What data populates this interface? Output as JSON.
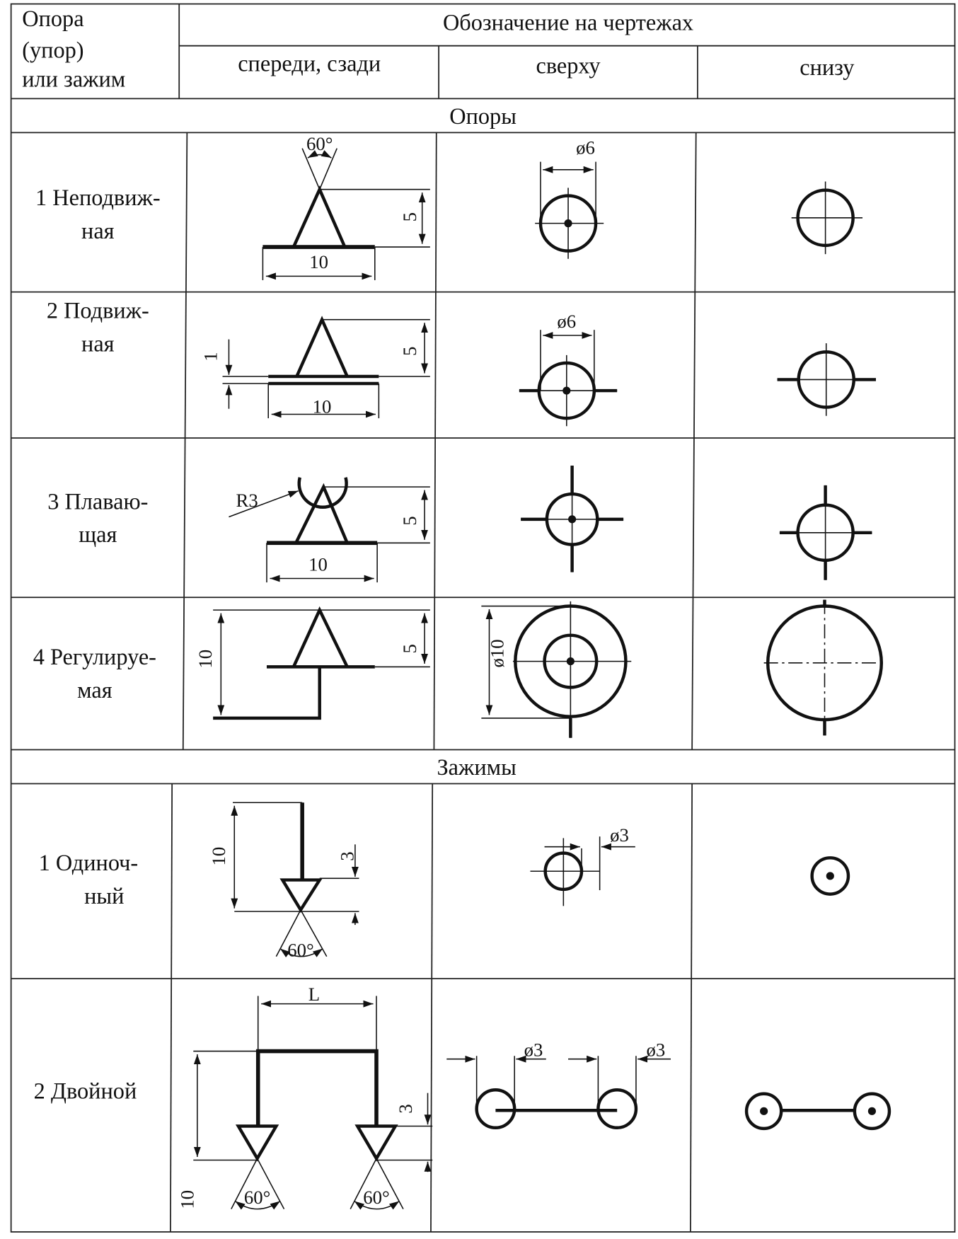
{
  "header": {
    "col1_lines": [
      "Опора",
      "(упор)",
      "или зажим"
    ],
    "group_title": "Обозначение на чертежах",
    "views": [
      "спереди, сзади",
      "сверху",
      "снизу"
    ]
  },
  "sections": {
    "supports": "Опоры",
    "clamps": "Зажимы"
  },
  "rows": [
    {
      "lines": [
        "1 Неподвиж-",
        "ная"
      ]
    },
    {
      "lines": [
        "2 Подвиж-",
        "ная"
      ]
    },
    {
      "lines": [
        "3 Плаваю-",
        "щая"
      ]
    },
    {
      "lines": [
        "4 Регулируе-",
        "мая"
      ]
    },
    {
      "lines": [
        "1  Одиноч-",
        "ный"
      ]
    },
    {
      "lines": [
        "2 Двойной"
      ]
    }
  ],
  "dims": {
    "angle": "60°",
    "d6": "ø6",
    "d10": "ø10",
    "d3": "ø3",
    "five": "5",
    "ten": "10",
    "one": "1",
    "three": "3",
    "r3": "R3",
    "L": "L"
  }
}
